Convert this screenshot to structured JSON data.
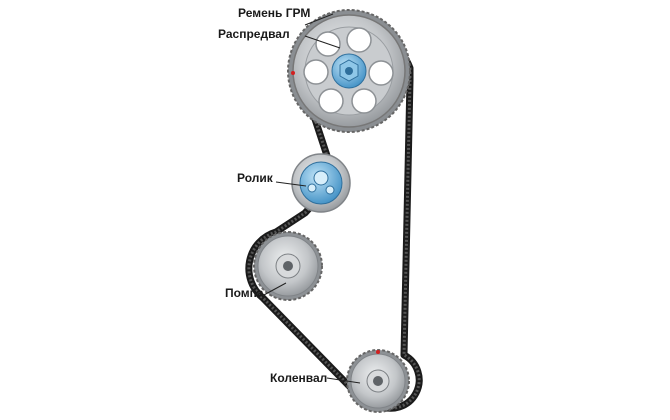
{
  "labels": {
    "timing_belt": "Ремень ГРМ",
    "camshaft": "Распредвал",
    "idler": "Ролик",
    "water_pump": "Помпа",
    "crankshaft": "Коленвал"
  },
  "colors": {
    "belt": "#1b1b1b",
    "gear_metal": "#b9bcbf",
    "gear_dark": "#7d8185",
    "hub_blue": "#5aa7d6",
    "mark_red": "#d22020"
  },
  "icons": {
    "camshaft_gear": "camshaft-gear-icon",
    "idler_pulley": "idler-pulley-icon",
    "pump_gear": "pump-gear-icon",
    "crank_gear": "crank-gear-icon"
  }
}
